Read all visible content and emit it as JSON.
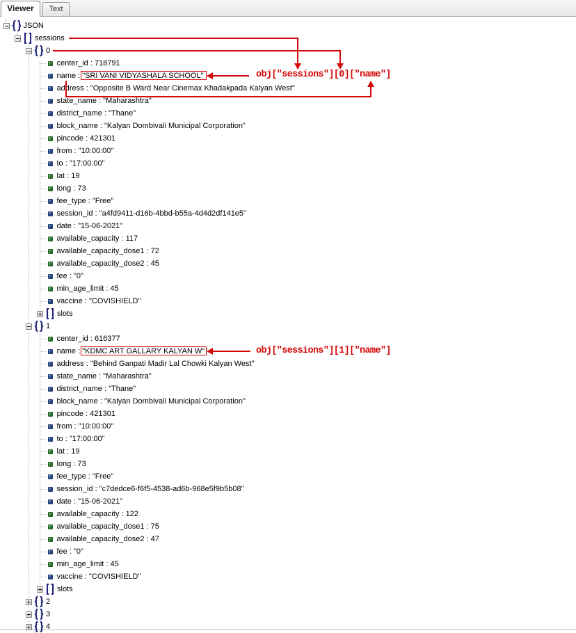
{
  "tabs": {
    "viewer": "Viewer",
    "text": "Text"
  },
  "tree": {
    "root_label": "JSON",
    "sessions_label": "sessions",
    "slots_label": "slots",
    "separator": " : ",
    "items": [
      {
        "index": "0",
        "expanded": true,
        "fields": [
          {
            "key": "center_id",
            "type": "number",
            "value": "718791"
          },
          {
            "key": "name",
            "type": "string",
            "value": "SRI VANI VIDYASHALA SCHOOL"
          },
          {
            "key": "address",
            "type": "string",
            "value": "Opposite B Ward Near Cinemax Khadakpada Kalyan West"
          },
          {
            "key": "state_name",
            "type": "string",
            "value": "Maharashtra"
          },
          {
            "key": "district_name",
            "type": "string",
            "value": "Thane"
          },
          {
            "key": "block_name",
            "type": "string",
            "value": "Kalyan Dombivali Municipal Corporation"
          },
          {
            "key": "pincode",
            "type": "number",
            "value": "421301"
          },
          {
            "key": "from",
            "type": "string",
            "value": "10:00:00"
          },
          {
            "key": "to",
            "type": "string",
            "value": "17:00:00"
          },
          {
            "key": "lat",
            "type": "number",
            "value": "19"
          },
          {
            "key": "long",
            "type": "number",
            "value": "73"
          },
          {
            "key": "fee_type",
            "type": "string",
            "value": "Free"
          },
          {
            "key": "session_id",
            "type": "string",
            "value": "a4fd9411-d16b-4bbd-b55a-4d4d2df141e5"
          },
          {
            "key": "date",
            "type": "string",
            "value": "15-06-2021"
          },
          {
            "key": "available_capacity",
            "type": "number",
            "value": "117"
          },
          {
            "key": "available_capacity_dose1",
            "type": "number",
            "value": "72"
          },
          {
            "key": "available_capacity_dose2",
            "type": "number",
            "value": "45"
          },
          {
            "key": "fee",
            "type": "string",
            "value": "0"
          },
          {
            "key": "min_age_limit",
            "type": "number",
            "value": "45"
          },
          {
            "key": "vaccine",
            "type": "string",
            "value": "COVISHIELD"
          }
        ]
      },
      {
        "index": "1",
        "expanded": true,
        "fields": [
          {
            "key": "center_id",
            "type": "number",
            "value": "616377"
          },
          {
            "key": "name",
            "type": "string",
            "value": "KDMC ART GALLARY KALYAN W"
          },
          {
            "key": "address",
            "type": "string",
            "value": "Behind Ganpati Madir Lal Chowki Kalyan West"
          },
          {
            "key": "state_name",
            "type": "string",
            "value": "Maharashtra"
          },
          {
            "key": "district_name",
            "type": "string",
            "value": "Thane"
          },
          {
            "key": "block_name",
            "type": "string",
            "value": "Kalyan Dombivali Municipal Corporation"
          },
          {
            "key": "pincode",
            "type": "number",
            "value": "421301"
          },
          {
            "key": "from",
            "type": "string",
            "value": "10:00:00"
          },
          {
            "key": "to",
            "type": "string",
            "value": "17:00:00"
          },
          {
            "key": "lat",
            "type": "number",
            "value": "19"
          },
          {
            "key": "long",
            "type": "number",
            "value": "73"
          },
          {
            "key": "fee_type",
            "type": "string",
            "value": "Free"
          },
          {
            "key": "session_id",
            "type": "string",
            "value": "c7dedce6-f6f5-4538-ad6b-968e5f9b5b08"
          },
          {
            "key": "date",
            "type": "string",
            "value": "15-06-2021"
          },
          {
            "key": "available_capacity",
            "type": "number",
            "value": "122"
          },
          {
            "key": "available_capacity_dose1",
            "type": "number",
            "value": "75"
          },
          {
            "key": "available_capacity_dose2",
            "type": "number",
            "value": "47"
          },
          {
            "key": "fee",
            "type": "string",
            "value": "0"
          },
          {
            "key": "min_age_limit",
            "type": "number",
            "value": "45"
          },
          {
            "key": "vaccine",
            "type": "string",
            "value": "COVISHIELD"
          }
        ]
      },
      {
        "index": "2",
        "expanded": false
      },
      {
        "index": "3",
        "expanded": false
      },
      {
        "index": "4",
        "expanded": false
      }
    ]
  },
  "annotations": [
    {
      "label": "obj[\"sessions\"][0][\"name\"]"
    },
    {
      "label": "obj[\"sessions\"][1][\"name\"]"
    }
  ],
  "colors": {
    "annotation_red": "#d40808",
    "brace_icon": "#23237e",
    "number_bullet": "#2e7d32",
    "string_bullet": "#2c4f94",
    "tab_strip_border": "#a6a6a6"
  }
}
